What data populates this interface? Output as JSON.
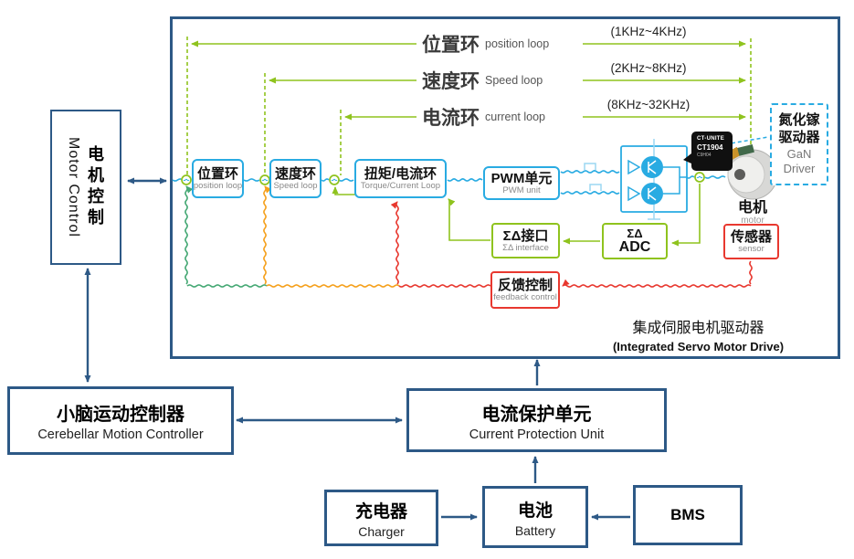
{
  "colors": {
    "navy": "#2d5986",
    "light_blue": "#29abe2",
    "pale_blue": "#9bd7f2",
    "green": "#8fc31e",
    "teal": "#45a874",
    "orange": "#f5a01c",
    "red": "#e8382f"
  },
  "top_loops": [
    {
      "cn": "位置环",
      "en": "position loop",
      "freq": "(1KHz~4KHz)"
    },
    {
      "cn": "速度环",
      "en": "Speed loop",
      "freq": "(2KHz~8KHz)"
    },
    {
      "cn": "电流环",
      "en": "current loop",
      "freq": "(8KHz~32KHz)"
    }
  ],
  "blocks": {
    "position_loop": {
      "cn": "位置环",
      "en": "position loop"
    },
    "speed_loop": {
      "cn": "速度环",
      "en": "Speed loop"
    },
    "torque_loop": {
      "cn": "扭矩/电流环",
      "en": "Torque/Current Loop"
    },
    "pwm": {
      "cn": "PWM单元",
      "en": "PWM unit"
    },
    "sd_interface": {
      "cn": "ΣΔ接口",
      "en": "ΣΔ interface"
    },
    "sd_adc": {
      "line1": "ΣΔ",
      "line2": "ADC"
    },
    "feedback": {
      "cn": "反馈控制",
      "en": "feedback control"
    },
    "sensor": {
      "cn": "传感器",
      "en": "sensor"
    },
    "motor": {
      "cn": "电机",
      "en": "motor"
    },
    "gan": {
      "cn1": "氮化镓",
      "cn2": "驱动器",
      "en1": "GaN",
      "en2": "Driver"
    },
    "chip": {
      "line1": "CT-UNITE",
      "line2": "CT1904",
      "line3": "C9H04"
    }
  },
  "caption": {
    "cn": "集成伺服电机驱动器",
    "en": "(Integrated Servo Motor Drive)"
  },
  "motor_control": {
    "en": "Motor Control",
    "cn": "电机控制"
  },
  "bottom": {
    "cerebellar": {
      "cn": "小脑运动控制器",
      "en": "Cerebellar Motion Controller"
    },
    "protection": {
      "cn": "电流保护单元",
      "en": "Current Protection Unit"
    },
    "charger": {
      "cn": "充电器",
      "en": "Charger"
    },
    "battery": {
      "cn": "电池",
      "en": "Battery"
    },
    "bms": {
      "label": "BMS"
    }
  }
}
